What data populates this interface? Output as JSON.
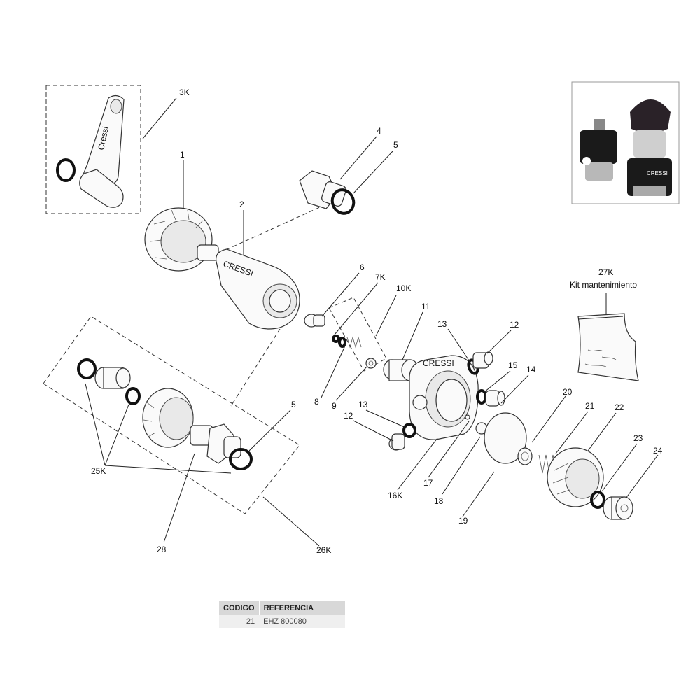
{
  "labels": {
    "l1": "1",
    "l2": "2",
    "l3K": "3K",
    "l4": "4",
    "l5a": "5",
    "l5b": "5",
    "l6": "6",
    "l7K": "7K",
    "l8": "8",
    "l9": "9",
    "l10K": "10K",
    "l11": "11",
    "l12a": "12",
    "l12b": "12",
    "l13a": "13",
    "l13b": "13",
    "l14": "14",
    "l15": "15",
    "l16K": "16K",
    "l17": "17",
    "l18": "18",
    "l19": "19",
    "l20": "20",
    "l21": "21",
    "l22": "22",
    "l23": "23",
    "l24": "24",
    "l25K": "25K",
    "l26K": "26K",
    "l27K": "27K",
    "kit": "Kit mantenimiento",
    "l28": "28"
  },
  "brand": "CRESSI",
  "table": {
    "headers": [
      "CODIGO",
      "REFERENCIA"
    ],
    "rows": [
      [
        "21",
        "EHZ 800080"
      ]
    ]
  }
}
